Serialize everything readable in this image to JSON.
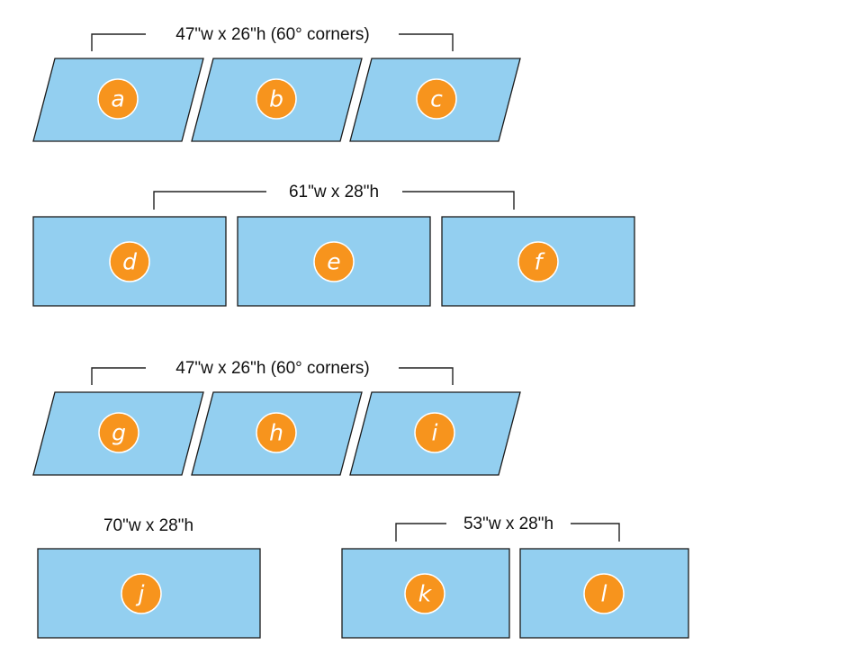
{
  "colors": {
    "panel_fill": "#93cff0",
    "panel_stroke": "#1a1a1a",
    "badge_fill": "#f7941d",
    "badge_text": "#ffffff",
    "label_text": "#111111",
    "background": "#ffffff"
  },
  "groups": [
    {
      "dimension_label": "47\"w x 26\"h (60° corners)",
      "shape": "parallelogram",
      "panels": [
        "a",
        "b",
        "c"
      ]
    },
    {
      "dimension_label": "61\"w x 28\"h",
      "shape": "rectangle",
      "panels": [
        "d",
        "e",
        "f"
      ]
    },
    {
      "dimension_label": "47\"w x 26\"h (60° corners)",
      "shape": "parallelogram",
      "panels": [
        "g",
        "h",
        "i"
      ]
    },
    {
      "dimension_label": "70\"w x 28\"h",
      "shape": "rectangle",
      "panels": [
        "j"
      ]
    },
    {
      "dimension_label": "53\"w x 28\"h",
      "shape": "rectangle",
      "panels": [
        "k",
        "l"
      ]
    }
  ]
}
